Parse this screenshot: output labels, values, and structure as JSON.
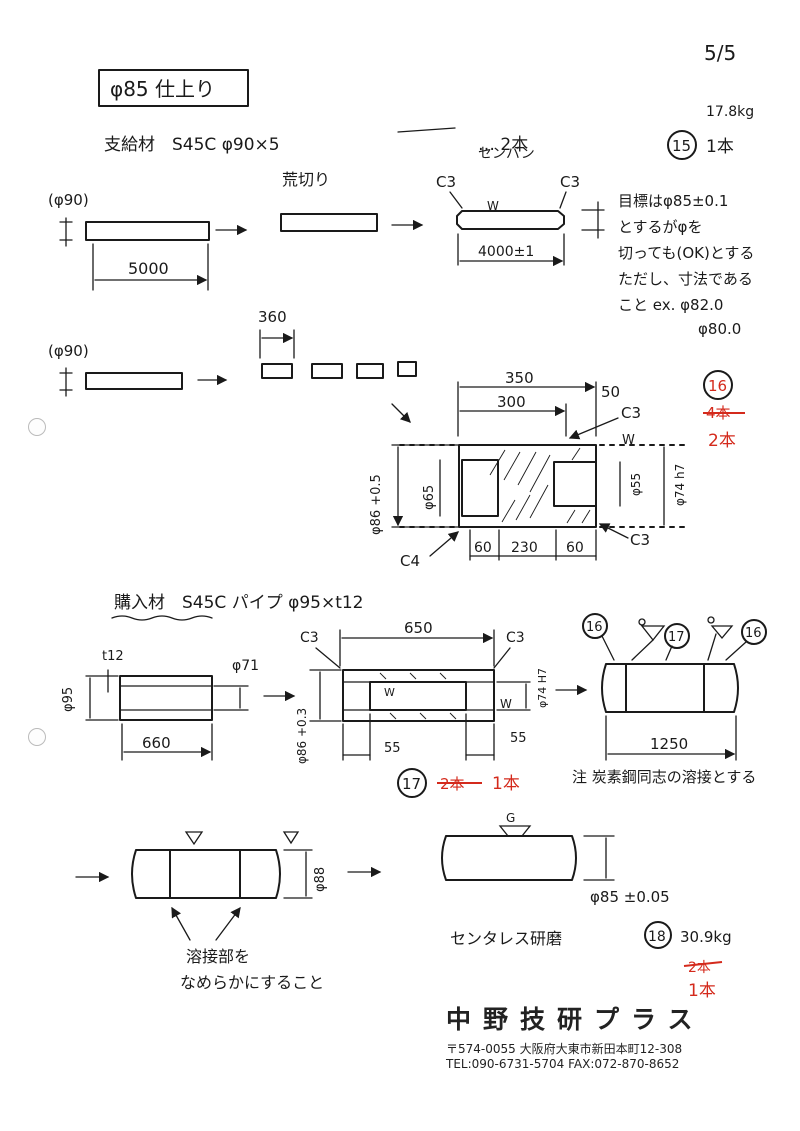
{
  "page_number": "5/5",
  "title_box": "φ85 仕上り",
  "section1": {
    "header": "支給材　S45C φ90×5",
    "header_tail": "… 2本",
    "weight": "17.8kg",
    "item_no": "15",
    "item_qty": "1本",
    "label_dia": "(φ90)",
    "length_raw": "5000",
    "step_cut": "荒切り",
    "step_center": "センバン",
    "chamfer_left": "C3",
    "chamfer_right": "C3",
    "finish_mark": "W",
    "length_finished": "4000±1",
    "note_lines": [
      "目標はφ85±0.1",
      "とするがφを",
      "切っても(OK)とする",
      "ただし、寸法である",
      "こと ex. φ82.0",
      "φ80.0"
    ]
  },
  "section2": {
    "label_dia": "(φ90)",
    "cut_length": "360",
    "dim_total": "350",
    "dim_inner": "300",
    "dim_50": "50",
    "chamfer_top": "C3",
    "finish_mark": "W",
    "item_no": "16",
    "qty_old": "4本",
    "qty_new": "2本",
    "dia_left": "φ86 +0.5",
    "bore_left": "φ65",
    "bore_right": "φ55",
    "bore_fit": "φ74 h7",
    "chamfer_bottom_left": "C4",
    "chamfer_bottom_right": "C3",
    "dims_bottom": [
      "60",
      "230",
      "60"
    ]
  },
  "section3": {
    "header": "購入材　S45C パイプ φ95×t12",
    "thickness": "t12",
    "od": "φ95",
    "id": "φ71",
    "length_raw": "660",
    "chamfer_left": "C3",
    "chamfer_right": "C3",
    "length_finished": "650",
    "dia_outer": "φ86 +0.3",
    "bore_fit": "φ74 H7",
    "finish_mark": "W",
    "dims_bottom": [
      "55",
      "55"
    ],
    "item_no": "17",
    "qty_old": "2本",
    "qty_new": "1本",
    "assembly_labels": [
      "16",
      "17",
      "16"
    ],
    "assembly_length": "1250",
    "weld_note": "注 炭素鋼同志の溶接とする"
  },
  "section4": {
    "dia": "φ88",
    "weld_note_lines": [
      "溶接部を",
      "なめらかにすること"
    ],
    "grind_mark": "G",
    "final_dia": "φ85 ±0.05",
    "process": "センタレス研磨",
    "item_no": "18",
    "weight": "30.9kg",
    "qty_old": "2本",
    "qty_new": "1本"
  },
  "company": {
    "name": "中野技研プラス",
    "address": "〒574-0055 大阪府大東市新田本町12-308",
    "tel": "TEL:090-6731-5704 FAX:072-870-8652"
  },
  "colors": {
    "ink": "#1a1a1a",
    "red_ink": "#d42a1c"
  }
}
